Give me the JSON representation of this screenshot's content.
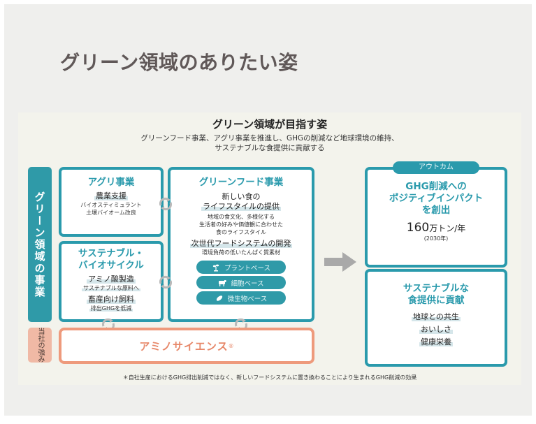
{
  "slide": {
    "title": "グリーン領域のありたい姿"
  },
  "panel": {
    "title": "グリーン領域が目指す姿",
    "subtitle_line1": "グリーンフード事業、アグリ事業を推進し、GHGの削減など地球環境の維持、",
    "subtitle_line2": "サステナブルな食提供に貢献する",
    "side_label_business": "グリーン領域の事業",
    "side_label_strength": "当社の強み",
    "agri": {
      "title": "アグリ事業",
      "main": "農業支援",
      "details": [
        "バイオスティミュラント",
        "土壌バイオーム改良"
      ]
    },
    "sustainable": {
      "title_line1": "サステナブル・",
      "title_line2": "バイオサイクル",
      "items": [
        {
          "main": "アミノ酸製造",
          "sub": "サステナブルな原料へ"
        },
        {
          "main": "畜産向け飼料",
          "sub": "排出GHGを低減"
        }
      ]
    },
    "green_food": {
      "title": "グリーンフード事業",
      "section1_line1": "新しい食の",
      "section1_line2": "ライフスタイルの提供",
      "section1_details": [
        "地域の食文化、多様化する",
        "生活者の好みや価値観に合わせた",
        "食のライフスタイル"
      ],
      "section2_title": "次世代フードシステムの開発",
      "section2_detail": "環境負荷の低いたんぱく質素材",
      "pills": [
        {
          "icon": "plant-icon",
          "label": "プラントベース"
        },
        {
          "icon": "cow-icon",
          "label": "細胞ベース"
        },
        {
          "icon": "microbe-icon",
          "label": "微生物ベース"
        }
      ]
    },
    "outcome": {
      "tab_label": "アウトカム",
      "impact": {
        "title_line1": "GHG削減への",
        "title_line2": "ポジティブインパクト",
        "title_line3": "を創出",
        "value": "160",
        "unit": "万トン/年",
        "year_note": "(2030年)"
      },
      "sustainable_food": {
        "title_line1": "サステナブルな",
        "title_line2": "食提供に貢献",
        "items": [
          "地球との共生",
          "おいしさ",
          "健康栄養"
        ]
      }
    },
    "strength": {
      "label": "アミノサイエンス",
      "mark": "®"
    },
    "footnote": "＊自社生産におけるGHG排出削減ではなく、新しいフードシステムに置き換わることにより生まれるGHG削減の効果"
  },
  "colors": {
    "teal": "#2a9aac",
    "salmon": "#ee9a7c",
    "title_gray": "#605858",
    "cycle_gray": "#b9b9b9",
    "arrow_gray": "#a9a9a9"
  }
}
